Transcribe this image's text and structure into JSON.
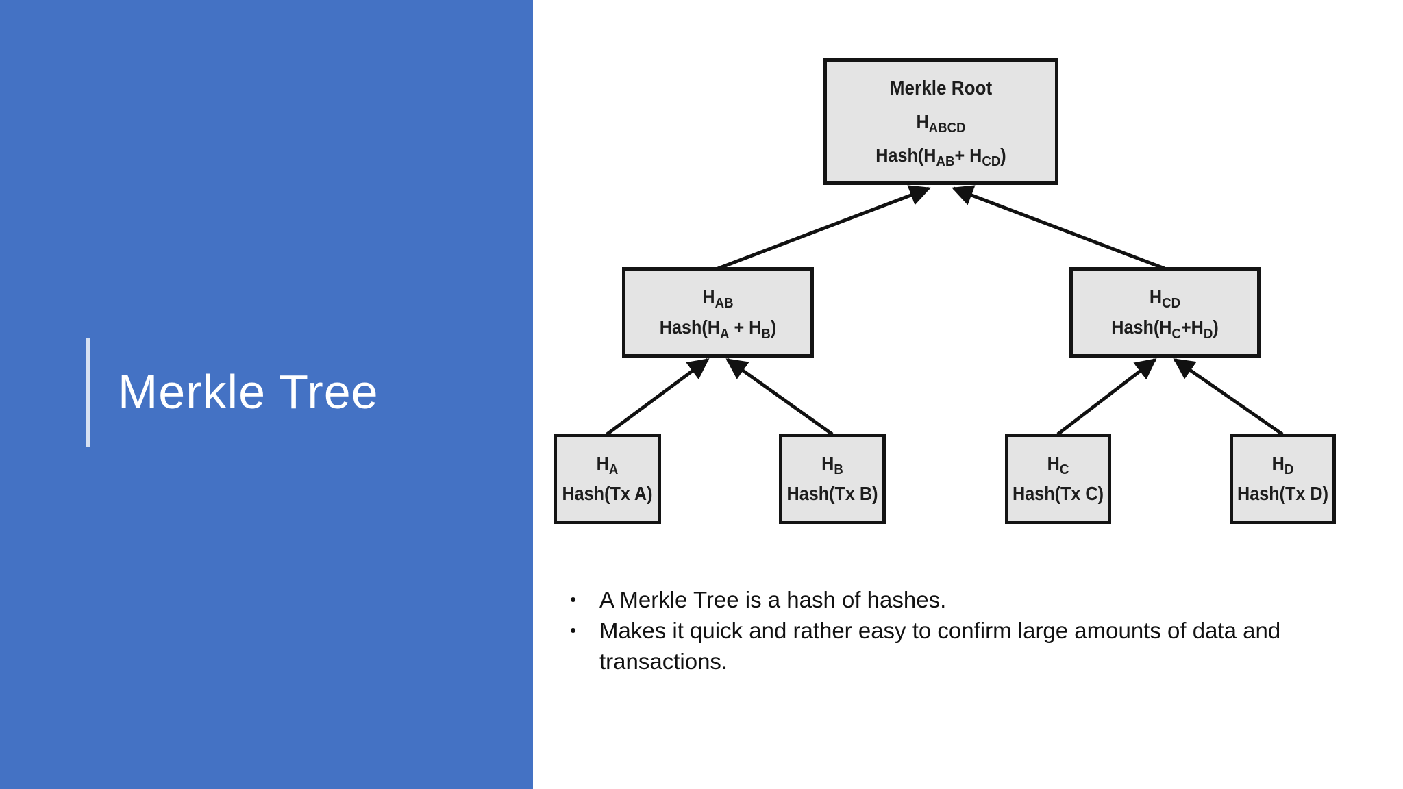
{
  "slide": {
    "title": "Merkle Tree"
  },
  "colors": {
    "panel_blue": "#4472C4",
    "box_fill": "#E4E4E4",
    "box_border": "#141414",
    "title_text": "#FFFFFF",
    "body_text": "#111111"
  },
  "diagram": {
    "root": {
      "heading": "Merkle Root",
      "hash_base": "H",
      "hash_sub": "ABCD",
      "formula": [
        "Hash(H",
        "AB",
        "+ H",
        "CD",
        ")"
      ]
    },
    "node_ab": {
      "hash_base": "H",
      "hash_sub": "AB",
      "formula": [
        "Hash(H",
        "A",
        " + H",
        "B",
        ")"
      ]
    },
    "node_cd": {
      "hash_base": "H",
      "hash_sub": "CD",
      "formula": [
        "Hash(H",
        "C",
        "+H",
        "D",
        ")"
      ]
    },
    "leaf_a": {
      "hash_base": "H",
      "hash_sub": "A",
      "formula_plain": "Hash(Tx A)"
    },
    "leaf_b": {
      "hash_base": "H",
      "hash_sub": "B",
      "formula_plain": "Hash(Tx B)"
    },
    "leaf_c": {
      "hash_base": "H",
      "hash_sub": "C",
      "formula_plain": "Hash(Tx C)"
    },
    "leaf_d": {
      "hash_base": "H",
      "hash_sub": "D",
      "formula_plain": "Hash(Tx D)"
    }
  },
  "bullets": {
    "marker": "•",
    "items": [
      "A Merkle Tree is a hash of hashes.",
      "Makes it quick and rather easy to confirm large amounts of data and transactions."
    ]
  }
}
